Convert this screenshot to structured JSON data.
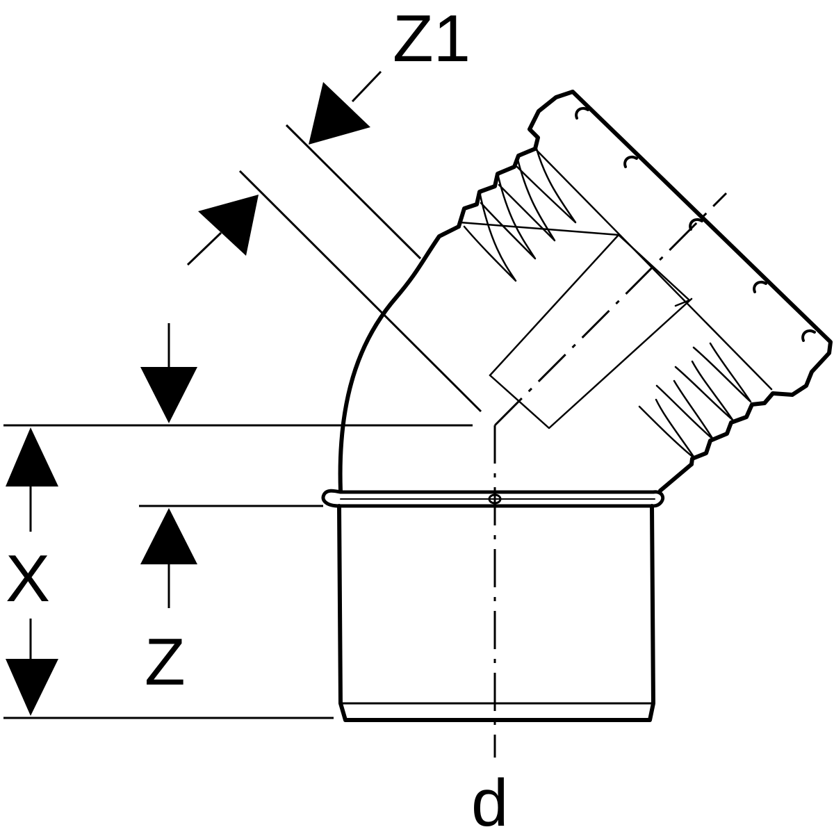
{
  "labels": {
    "z1": "Z1",
    "x": "X",
    "z": "Z",
    "d": "d"
  },
  "colors": {
    "line": "#000000",
    "background": "#ffffff"
  }
}
